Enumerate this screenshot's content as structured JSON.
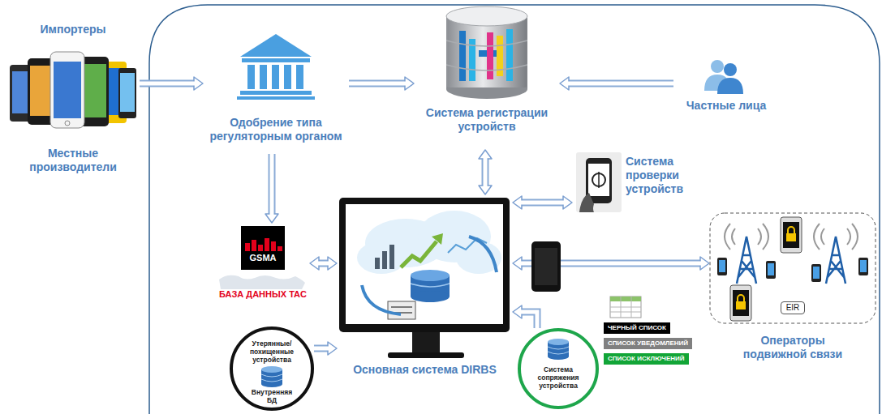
{
  "diagram": {
    "nodes": [
      {
        "text": [
          "Импортеры",
          "Местные производители"
        ]
      },
      {
        "text": [
          "Одобрение типа регуляторным органом"
        ]
      },
      {
        "text": [
          "Система регистрации устройств"
        ]
      },
      {
        "text": [
          "Частные лица"
        ]
      },
      {
        "text": [
          "Система проверки устройств"
        ]
      },
      {
        "text": [
          "GSMA",
          "БАЗА ДАННЫХ TAC"
        ]
      },
      {
        "text": [
          "Основная система DIRBS"
        ]
      },
      {
        "text": [
          "Утерянные/ похищенные устройства",
          "Внутренняя БД"
        ]
      },
      {
        "text": [
          "Система сопряжения устройства"
        ]
      },
      {
        "text": [
          "ЧЕРНЫЙ СПИСОК"
        ]
      },
      {
        "text": [
          "СПИСОК УВЕДОМЛЕНИЙ"
        ]
      },
      {
        "text": [
          "СПИСОК ИСКЛЮЧЕНИЙ"
        ]
      },
      {
        "text": [
          "EIR",
          "Операторы подвижной связи"
        ]
      }
    ],
    "edges": [
      {
        "from": 0,
        "to": 1,
        "arrow": "to"
      },
      {
        "from": 1,
        "to": 2,
        "arrow": "to"
      },
      {
        "from": 3,
        "to": 2,
        "arrow": "to"
      },
      {
        "from": 1,
        "to": 5,
        "arrow": "to"
      },
      {
        "from": 2,
        "to": 6,
        "arrow": "both"
      },
      {
        "from": 6,
        "to": 4,
        "arrow": "both"
      },
      {
        "from": 5,
        "to": 6,
        "arrow": "both"
      },
      {
        "from": 6,
        "to": 12,
        "arrow": "both"
      },
      {
        "from": 7,
        "to": 6,
        "arrow": "to"
      },
      {
        "from": 8,
        "to": 6,
        "arrow": "to"
      }
    ]
  }
}
